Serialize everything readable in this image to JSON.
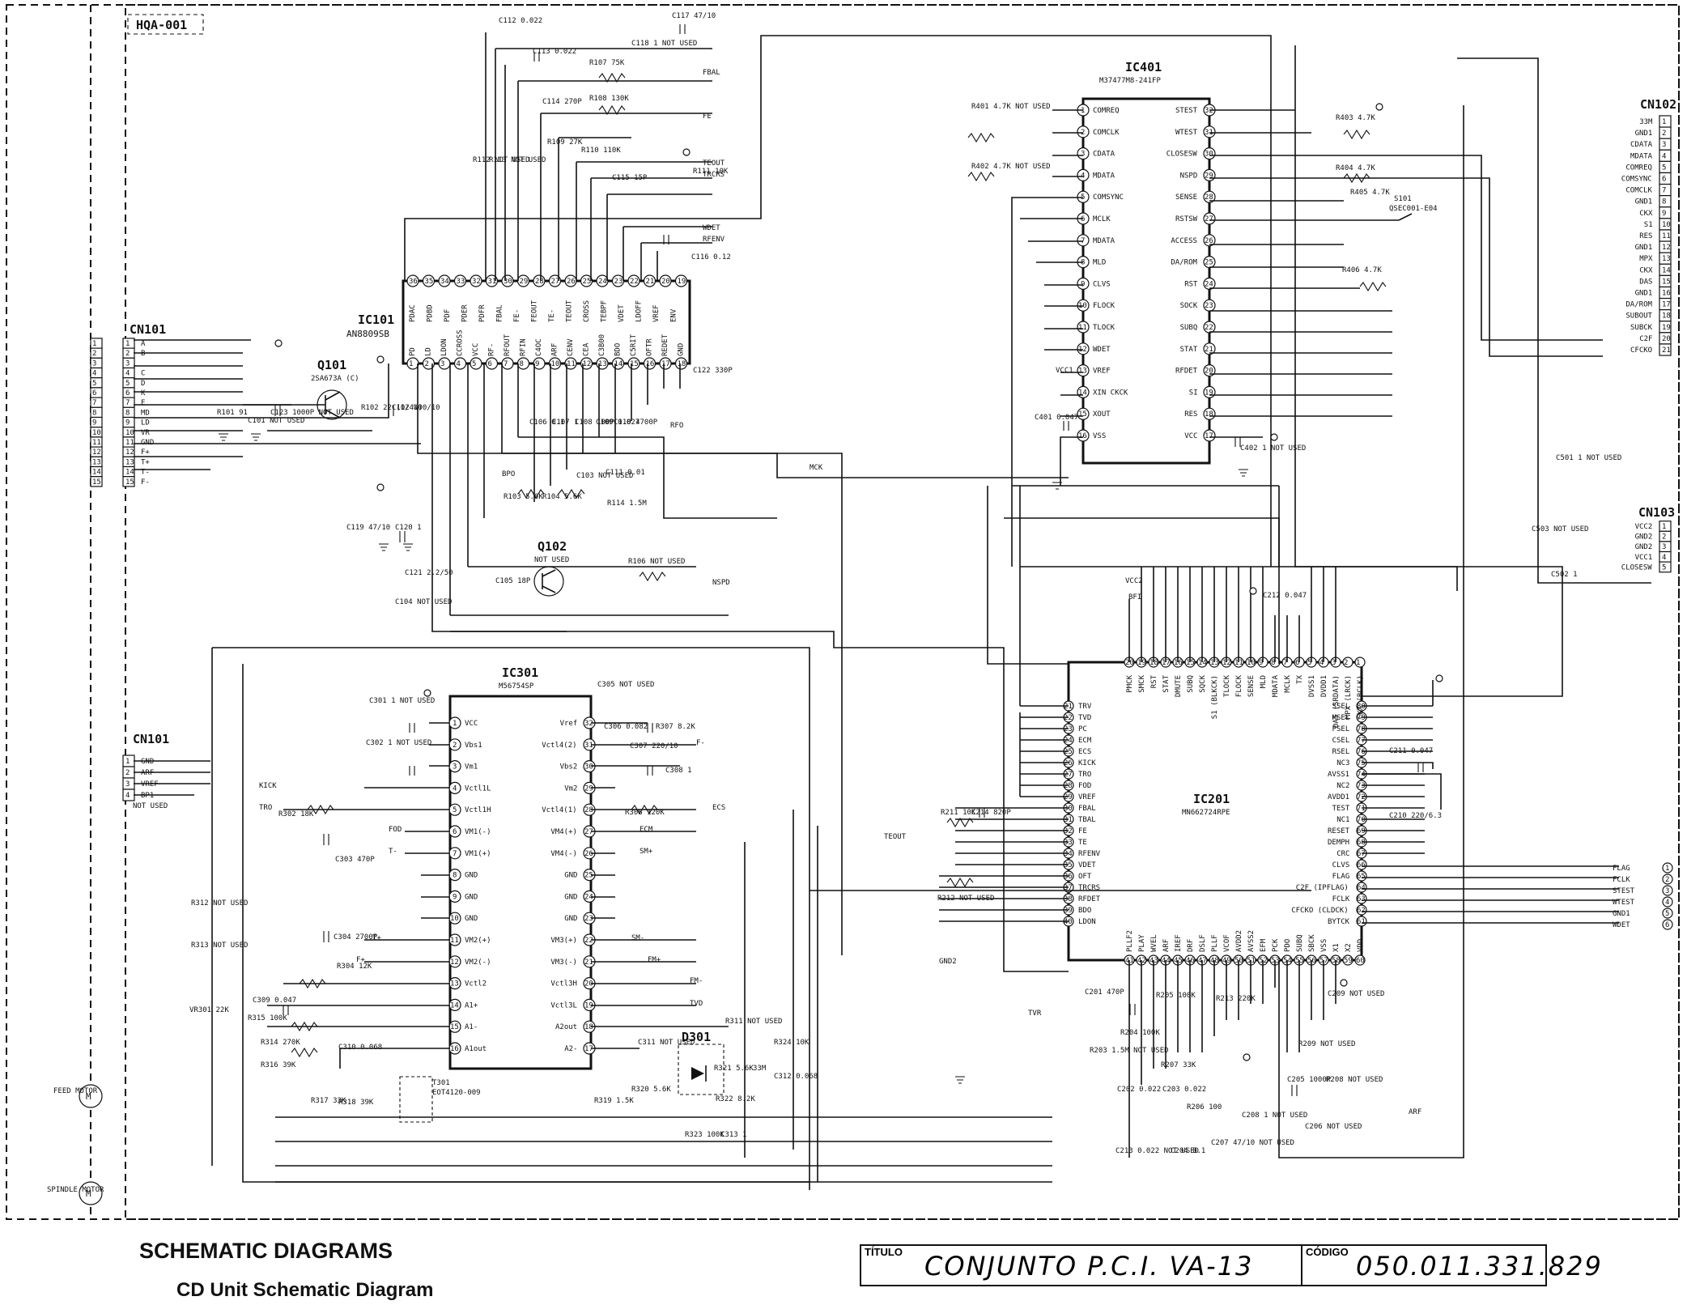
{
  "board_tag": "HQA-001",
  "ic101": {
    "ref": "IC101",
    "part": "AN8809SB",
    "top_pins": [
      "PDAC",
      "PDBD",
      "PDF",
      "PDER",
      "PDFR",
      "FBAL",
      "FE-",
      "FEOUT",
      "TE-",
      "TEOUT",
      "CROSS",
      "TEBPF",
      "VDET",
      "LDOFF",
      "VREF",
      "ENV"
    ],
    "top_nums": [
      "36",
      "35",
      "34",
      "33",
      "32",
      "31",
      "30",
      "29",
      "28",
      "27",
      "26",
      "25",
      "24",
      "23",
      "22",
      "21",
      "20",
      "19"
    ],
    "bot_pins": [
      "PD",
      "LD",
      "LDON",
      "CCROSS",
      "VCC",
      "RF-",
      "RFOUT",
      "RFIN",
      "C4OC",
      "ARF",
      "CENV",
      "CEA",
      "C3B00",
      "BDO",
      "C5RIT",
      "OFTR",
      "REDET",
      "GND"
    ],
    "bot_nums": [
      "1",
      "2",
      "3",
      "4",
      "5",
      "6",
      "7",
      "8",
      "9",
      "10",
      "11",
      "12",
      "13",
      "14",
      "15",
      "16",
      "17",
      "18"
    ]
  },
  "ic401": {
    "ref": "IC401",
    "part": "M37477M8-241FP",
    "left_pins": [
      "COMREQ",
      "COMCLK",
      "CDATA",
      "MDATA",
      "COMSYNC",
      "MCLK",
      "MDATA",
      "MLD",
      "CLVS",
      "FLOCK",
      "TLOCK",
      "WDET",
      "VREF",
      "XIN CKCK",
      "XOUT",
      "VSS"
    ],
    "right_pins": [
      "STEST",
      "WTEST",
      "CLOSESW",
      "NSPD",
      "SENSE",
      "RSTSW",
      "ACCESS",
      "DA/ROM",
      "RST",
      "SOCK",
      "SUBQ",
      "STAT",
      "RFDET",
      "SI",
      "RES",
      "VCC"
    ],
    "right_nums": [
      "32",
      "31",
      "30",
      "29",
      "28",
      "27",
      "26",
      "25",
      "24",
      "23",
      "22",
      "21",
      "20",
      "19",
      "18",
      "17"
    ]
  },
  "ic301": {
    "ref": "IC301",
    "part": "M56754SP",
    "left_pins": [
      "VCC",
      "Vbs1",
      "Vm1",
      "Vctl1L",
      "Vctl1H",
      "VM1(-)",
      "VM1(+)",
      "GND",
      "GND",
      "GND",
      "VM2(+)",
      "VM2(-)",
      "Vctl2",
      "A1+",
      "A1-",
      "A1out"
    ],
    "right_pins": [
      "Vref",
      "Vctl4(2)",
      "Vbs2",
      "Vm2",
      "Vctl4(1)",
      "VM4(+)",
      "VM4(-)",
      "GND",
      "GND",
      "GND",
      "VM3(+)",
      "VM3(-)",
      "Vctl3H",
      "Vctl3L",
      "A2out",
      "A2-"
    ],
    "right_nums": [
      "32",
      "31",
      "30",
      "29",
      "28",
      "27",
      "26",
      "25",
      "24",
      "23",
      "22",
      "21",
      "20",
      "19",
      "18",
      "17"
    ]
  },
  "ic201": {
    "ref": "IC201",
    "part": "MN662724RPE",
    "left_pins": [
      "TRV",
      "TVD",
      "PC",
      "ECM",
      "ECS",
      "KICK",
      "TRO",
      "FOD",
      "VREF",
      "FBAL",
      "TBAL",
      "FE",
      "TE",
      "RFENV",
      "VDET",
      "OFT",
      "TRCRS",
      "RFDET",
      "BDO",
      "LDON"
    ],
    "left_nums": [
      "21",
      "22",
      "23",
      "24",
      "25",
      "26",
      "27",
      "28",
      "29",
      "30",
      "31",
      "32",
      "33",
      "34",
      "35",
      "36",
      "37",
      "38",
      "39",
      "40"
    ],
    "right_pins": [
      "SSEL",
      "MSEL",
      "PSEL",
      "CSEL",
      "RSEL",
      "NC3",
      "AVSS1",
      "NC2",
      "AVDD1",
      "TEST",
      "NC1",
      "RESET",
      "DEMPH",
      "CRC",
      "CLVS",
      "FLAG",
      "C2F (IPFLAG)",
      "FCLK",
      "CFCKO (CLDCK)",
      "BYTCK"
    ],
    "right_nums": [
      "80",
      "79",
      "78",
      "77",
      "76",
      "75",
      "74",
      "73",
      "72",
      "71",
      "70",
      "69",
      "68",
      "67",
      "66",
      "65",
      "64",
      "63",
      "62",
      "61"
    ],
    "top_pins": [
      "PMCK",
      "SMCK",
      "RST",
      "STAT",
      "DMUTE",
      "SUBQ",
      "SQCK",
      "S1 (BLKCK)",
      "TLOCK",
      "FLOCK",
      "SENSE",
      "MLD",
      "MDATA",
      "MCLK",
      "TX",
      "DVSS1",
      "DVDD1",
      "DA5 (SRDATA)",
      "MPX (LRCK)",
      "CKX (BCLK)"
    ],
    "top_nums": [
      "20",
      "19",
      "18",
      "17",
      "16",
      "15",
      "14",
      "13",
      "12",
      "11",
      "10",
      "9",
      "8",
      "7",
      "6",
      "5",
      "4",
      "3",
      "2",
      "1"
    ],
    "bot_pins": [
      "PLLF2",
      "PLAY",
      "WVEL",
      "ARF",
      "IREF",
      "DRF",
      "DSLF",
      "PLLF",
      "VCOF",
      "AVDD2",
      "AVSS2",
      "EFM",
      "PCK",
      "PDO",
      "SUBQ",
      "SBCK",
      "VSS",
      "X1",
      "X2",
      "VDD"
    ],
    "bot_nums": [
      "41",
      "42",
      "43",
      "44",
      "45",
      "46",
      "47",
      "48",
      "49",
      "50",
      "51",
      "52",
      "53",
      "54",
      "55",
      "56",
      "57",
      "58",
      "59",
      "60"
    ]
  },
  "cn101_top": {
    "ref": "CN101",
    "pins": [
      "1",
      "2",
      "3",
      "4",
      "5",
      "6",
      "7",
      "8",
      "9",
      "10",
      "11",
      "12",
      "13",
      "14",
      "15"
    ],
    "signals": [
      "A",
      "B",
      "",
      "C",
      "D",
      "K",
      "E",
      "MD",
      "LD",
      "VR",
      "GND",
      "F+",
      "T+",
      "T-",
      "F-"
    ]
  },
  "cn101_bottom": {
    "ref": "CN101",
    "pins": [
      "1",
      "2",
      "3",
      "4"
    ],
    "signals": [
      "GND",
      "ARF",
      "VREF",
      "BP1"
    ],
    "note": "NOT USED"
  },
  "cn102": {
    "ref": "CN102",
    "pins": [
      "1",
      "2",
      "3",
      "4",
      "5",
      "6",
      "7",
      "8",
      "9",
      "10",
      "11",
      "12",
      "13",
      "14",
      "15",
      "16",
      "17",
      "18",
      "19",
      "20",
      "21"
    ],
    "signals": [
      "33M",
      "GND1",
      "CDATA",
      "MDATA",
      "COMREQ",
      "COMSYNC",
      "COMCLK",
      "GND1",
      "CKX",
      "S1",
      "RES",
      "GND1",
      "MPX",
      "CKX",
      "DAS",
      "GND1",
      "DA/ROM",
      "SUBOUT",
      "SUBCK",
      "C2F",
      "CFCKO"
    ]
  },
  "cn103": {
    "ref": "CN103",
    "pins": [
      "1",
      "2",
      "3",
      "4",
      "5"
    ],
    "signals": [
      "VCC2",
      "GND2",
      "GND2",
      "VCC1",
      "CLOSESW"
    ]
  },
  "right_out": [
    "FLAG",
    "FCLK",
    "STEST",
    "WTEST",
    "GND1",
    "WDET"
  ],
  "q101": {
    "ref": "Q101",
    "part": "2SA673A (C)"
  },
  "q102": {
    "ref": "Q102",
    "note": "NOT USED"
  },
  "d301": "D301",
  "t301": {
    "ref": "T301",
    "part": "EOT4120-009"
  },
  "motors": {
    "feed": "FEED MOTOR",
    "spindle": "SPINDLE MOTOR"
  },
  "switch": {
    "ref": "S101",
    "part": "QSEC001-E04"
  },
  "parts": [
    "C112 0.022",
    "C117 47/10",
    "C113 0.022",
    "R107 75K",
    "R108 130K",
    "C118 1 NOT USED",
    "C114 270P",
    "R109 27K",
    "R110 110K",
    "C115 15P",
    "R111 10K",
    "R112 NOT USED",
    "R113 NOT USED",
    "C116 0.12",
    "C122 330P",
    "R101 91",
    "C123 1000P NOT USED",
    "C101 NOT USED",
    "R102 22 (1/4W)",
    "C102 100/10",
    "C106 0.1",
    "C107 1",
    "C108 100P",
    "C109 0.027",
    "C110 4700P",
    "R103 5.6K",
    "R104 5.6K",
    "C103 NOT USED",
    "C111 0.01",
    "R114 1.5M",
    "C119 47/10",
    "C120 1",
    "C121 2.2/50",
    "C104 NOT USED",
    "C105 18P",
    "R106 NOT USED",
    "R401 4.7K NOT USED",
    "R402 4.7K NOT USED",
    "C401 0.047",
    "C402 1 NOT USED",
    "R403 4.7K",
    "R404 4.7K",
    "R405 4.7K",
    "R406 4.7K",
    "C501 1 NOT USED",
    "C503 NOT USED",
    "C502 1",
    "C301 1 NOT USED",
    "C302 1 NOT USED",
    "R302 18K",
    "C303 470P",
    "C304 2700P",
    "R304 12K",
    "C309 0.047",
    "R315 100K",
    "VR301 22K",
    "R314 270K",
    "R316 39K",
    "C310 0.068",
    "R318 39K",
    "R317 33K",
    "R312 NOT USED",
    "R313 NOT USED",
    "C305 NOT USED",
    "C306 0.082",
    "R307 8.2K",
    "C307 220/10",
    "C308 1",
    "R308 120K",
    "C311 NOT USED",
    "R320 5.6K",
    "R321 5.6K",
    "R322 8.2K",
    "R319 1.5K",
    "R323 100K",
    "C313 1",
    "R311 NOT USED",
    "R324 10K",
    "C312 0.068",
    "C212 0.047",
    "C211 0.047",
    "C210 220/6.3",
    "R211 10K",
    "C214 820P",
    "R212 NOT USED",
    "C201 470P",
    "R203 1.5M NOT USED",
    "R204 100K",
    "R205 100K",
    "C202 0.022",
    "R207 33K",
    "C203 0.022",
    "R206 100",
    "C204 0.1",
    "C207 47/10 NOT USED",
    "C208 1 NOT USED",
    "R213 220K",
    "C213 0.022 NOT USED",
    "C209 NOT USED",
    "R209 NOT USED",
    "C205 1000P",
    "R208 NOT USED",
    "C206 NOT USED"
  ],
  "nets": [
    "FBAL",
    "FE",
    "TEOUT",
    "TRCRS",
    "WDET",
    "RFENV",
    "NSPD",
    "KICK",
    "TRO",
    "FOD",
    "T-",
    "T+",
    "F+",
    "F-",
    "ECS",
    "ECM",
    "SM+",
    "SM-",
    "FM+",
    "FM-",
    "TVD",
    "TVR",
    "ARF",
    "33M",
    "BPO",
    "RFO",
    "BFI",
    "TEOUT",
    "MCK",
    "VCC1",
    "VCC2",
    "GND2"
  ],
  "footer": {
    "section": "SCHEMATIC DIAGRAMS",
    "subtitle": "CD Unit Schematic Diagram",
    "titulo_label": "TÍTULO",
    "titulo": "CONJUNTO P.C.I. VA-13",
    "codigo_label": "CÓDIGO",
    "codigo": "050.011.331.829"
  }
}
